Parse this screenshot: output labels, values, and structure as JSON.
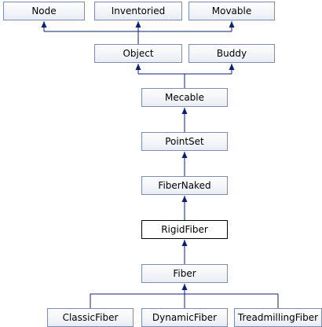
{
  "diagram": {
    "nodes": [
      {
        "id": "node",
        "label": "Node"
      },
      {
        "id": "inventoried",
        "label": "Inventoried"
      },
      {
        "id": "movable",
        "label": "Movable"
      },
      {
        "id": "object",
        "label": "Object"
      },
      {
        "id": "buddy",
        "label": "Buddy"
      },
      {
        "id": "mecable",
        "label": "Mecable"
      },
      {
        "id": "pointset",
        "label": "PointSet"
      },
      {
        "id": "fibernaked",
        "label": "FiberNaked"
      },
      {
        "id": "rigidfiber",
        "label": "RigidFiber",
        "highlighted": true
      },
      {
        "id": "fiber",
        "label": "Fiber"
      },
      {
        "id": "classicfiber",
        "label": "ClassicFiber"
      },
      {
        "id": "dynamicfiber",
        "label": "DynamicFiber"
      },
      {
        "id": "treadmillingfiber",
        "label": "TreadmillingFiber"
      }
    ],
    "edges": [
      {
        "from": "object",
        "to": "node"
      },
      {
        "from": "object",
        "to": "inventoried"
      },
      {
        "from": "object",
        "to": "movable"
      },
      {
        "from": "mecable",
        "to": "object"
      },
      {
        "from": "mecable",
        "to": "buddy"
      },
      {
        "from": "pointset",
        "to": "mecable"
      },
      {
        "from": "fibernaked",
        "to": "pointset"
      },
      {
        "from": "rigidfiber",
        "to": "fibernaked"
      },
      {
        "from": "fiber",
        "to": "rigidfiber"
      },
      {
        "from": "classicfiber",
        "to": "fiber"
      },
      {
        "from": "dynamicfiber",
        "to": "fiber"
      },
      {
        "from": "treadmillingfiber",
        "to": "fiber"
      }
    ],
    "colors": {
      "box_fill_top": "#ffffff",
      "box_fill_bottom": "#e8ecf4",
      "box_border": "#7a8cb0",
      "highlight_fill": "#ffffff",
      "highlight_border": "#000000",
      "edge": "#0b1f7a"
    }
  }
}
